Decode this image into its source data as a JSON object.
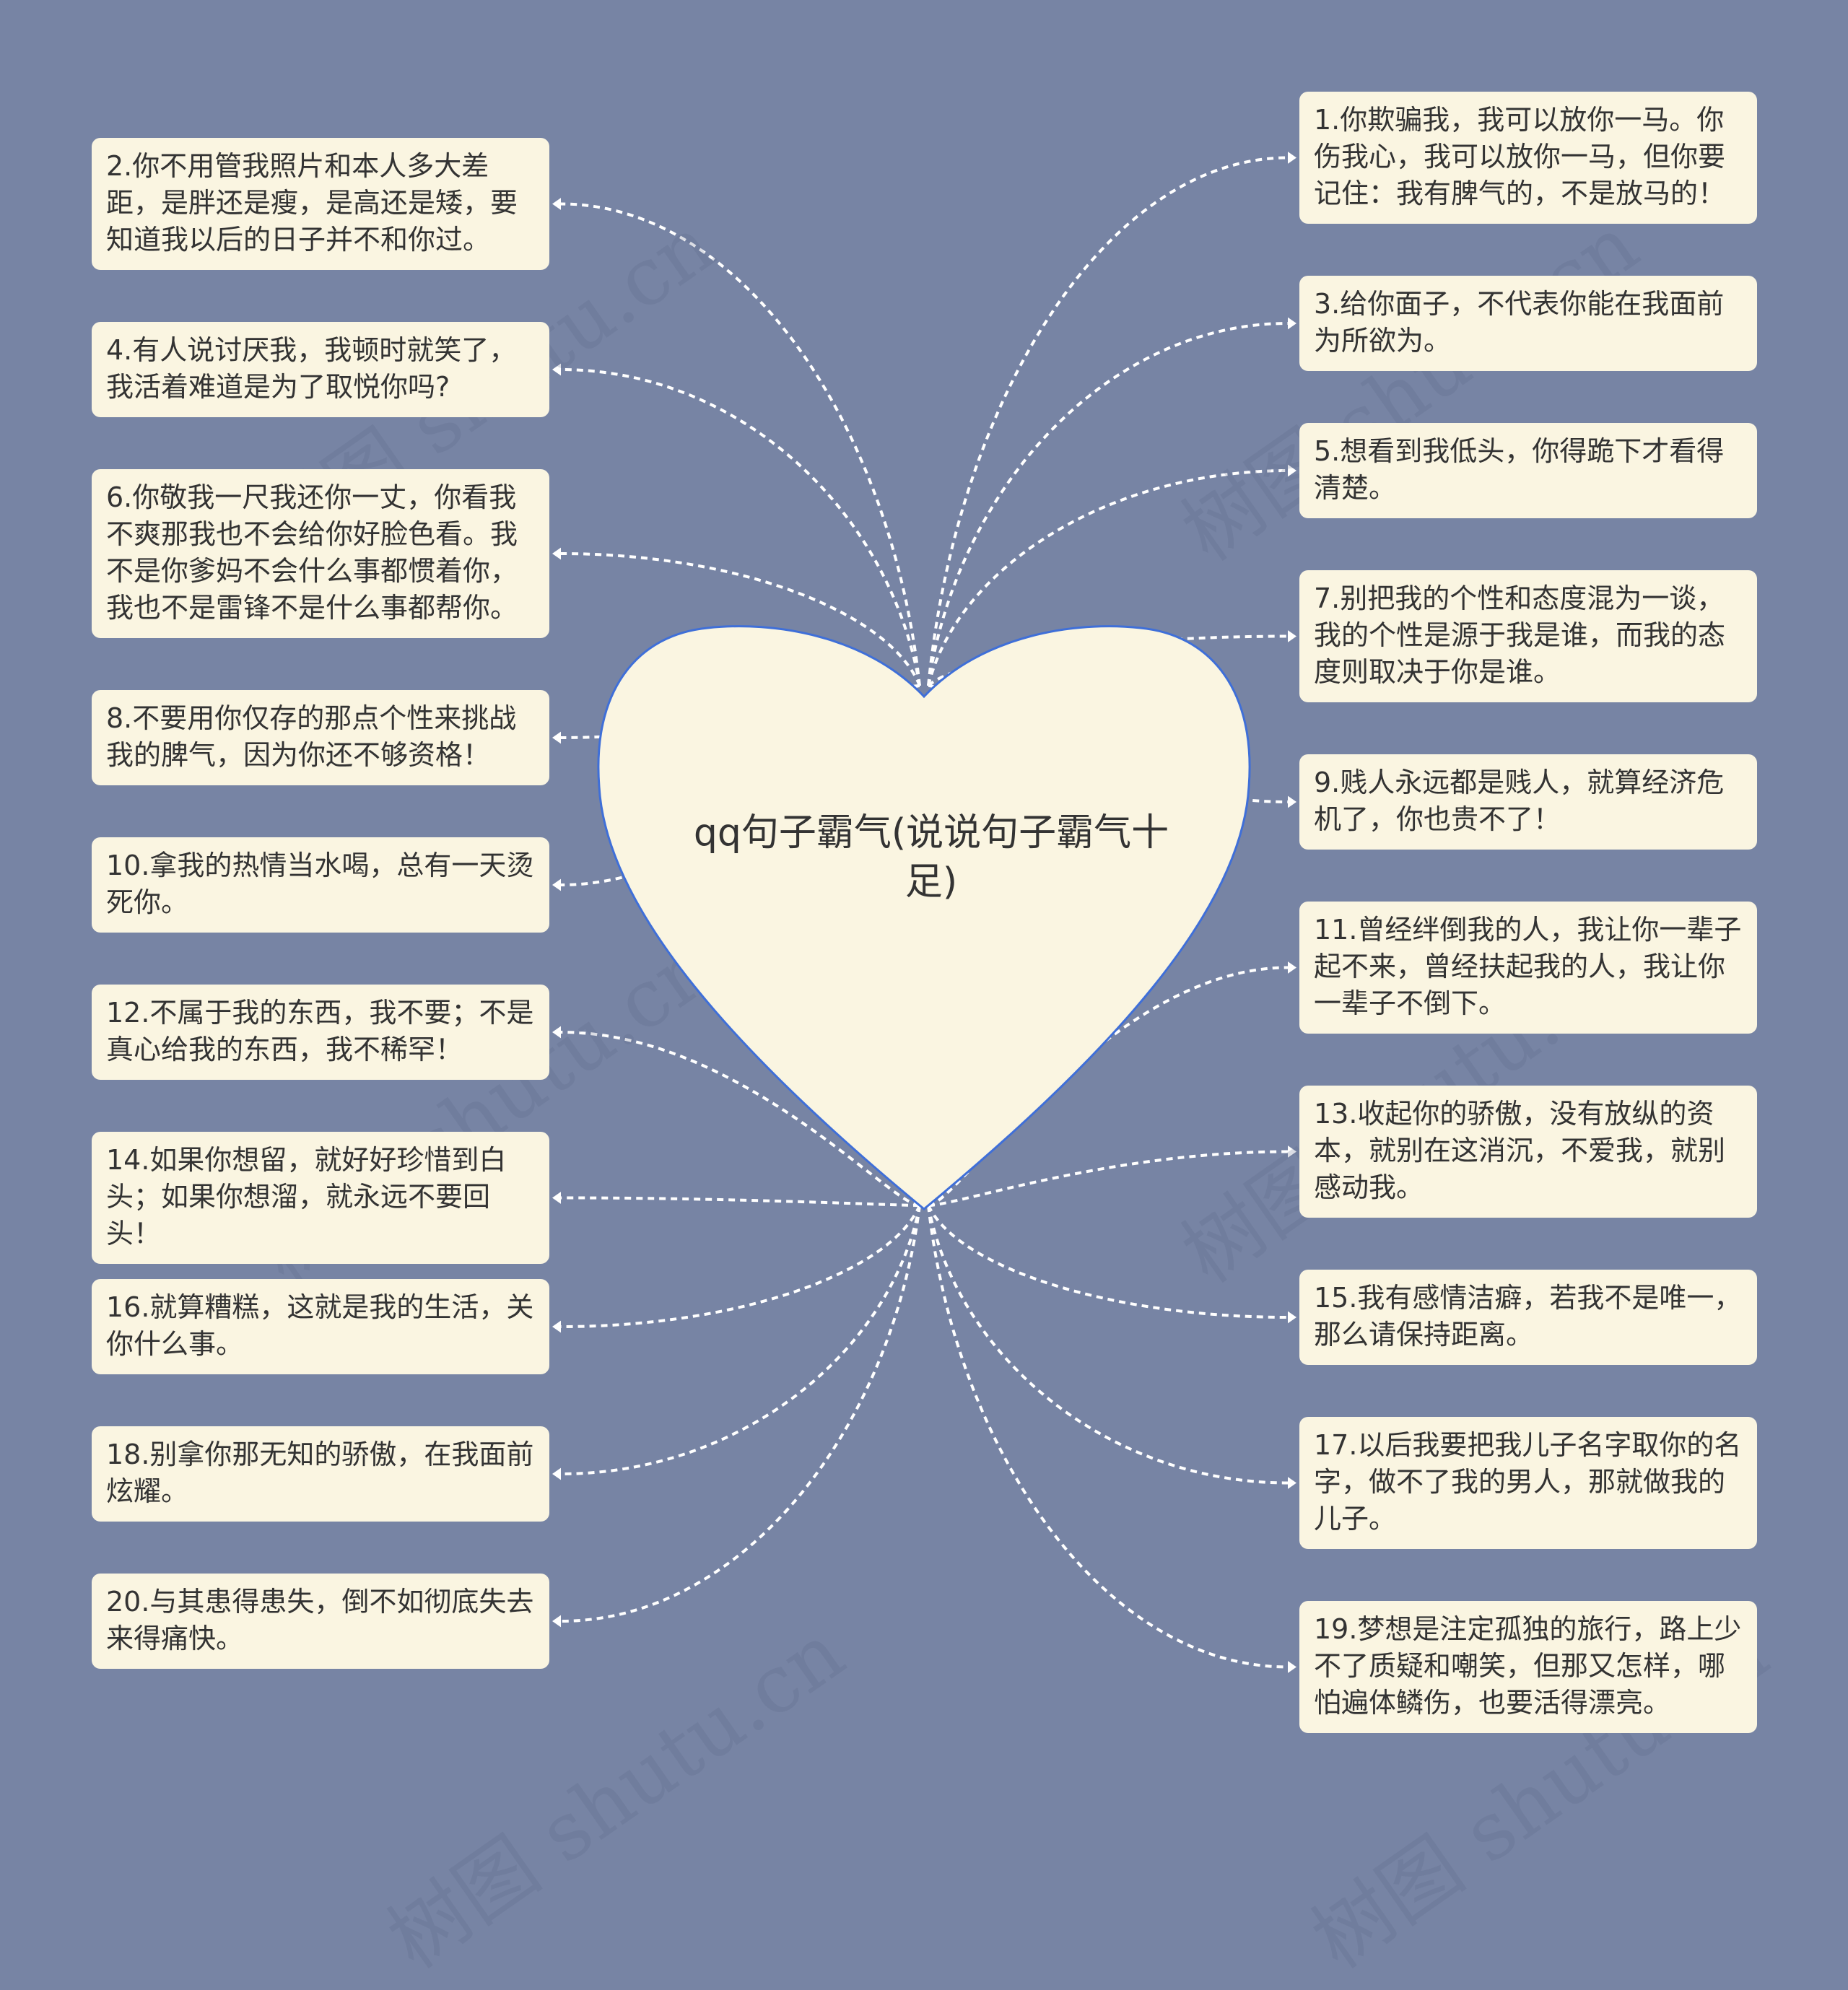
{
  "center": {
    "title": "qq句子霸气(说说句子霸气十足)"
  },
  "branches": [
    {
      "id": 1,
      "text": "1.你欺骗我，我可以放你一马。你伤我心，我可以放你一马，但你要记住：我有脾气的，不是放马的！"
    },
    {
      "id": 2,
      "text": "2.你不用管我照片和本人多大差距，是胖还是瘦，是高还是矮，要知道我以后的日子并不和你过。"
    },
    {
      "id": 3,
      "text": "3.给你面子，不代表你能在我面前为所欲为。"
    },
    {
      "id": 4,
      "text": "4.有人说讨厌我，我顿时就笑了，我活着难道是为了取悦你吗?"
    },
    {
      "id": 5,
      "text": "5.想看到我低头，你得跪下才看得清楚。"
    },
    {
      "id": 6,
      "text": "6.你敬我一尺我还你一丈，你看我不爽那我也不会给你好脸色看。我不是你爹妈不会什么事都惯着你，我也不是雷锋不是什么事都帮你。"
    },
    {
      "id": 7,
      "text": "7.别把我的个性和态度混为一谈，我的个性是源于我是谁，而我的态度则取决于你是谁。"
    },
    {
      "id": 8,
      "text": "8.不要用你仅存的那点个性来挑战我的脾气，因为你还不够资格！"
    },
    {
      "id": 9,
      "text": "9.贱人永远都是贱人，就算经济危机了，你也贵不了！"
    },
    {
      "id": 10,
      "text": "10.拿我的热情当水喝，总有一天烫死你。"
    },
    {
      "id": 11,
      "text": "11.曾经绊倒我的人，我让你一辈子起不来，曾经扶起我的人，我让你一辈子不倒下。"
    },
    {
      "id": 12,
      "text": "12.不属于我的东西，我不要；不是真心给我的东西，我不稀罕！"
    },
    {
      "id": 13,
      "text": "13.收起你的骄傲，没有放纵的资本，就别在这消沉，不爱我，就别感动我。"
    },
    {
      "id": 14,
      "text": "14.如果你想留，就好好珍惜到白头；如果你想溜，就永远不要回头！"
    },
    {
      "id": 15,
      "text": "15.我有感情洁癖，若我不是唯一，那么请保持距离。"
    },
    {
      "id": 16,
      "text": "16.就算糟糕，这就是我的生活，关你什么事。"
    },
    {
      "id": 17,
      "text": "17.以后我要把我儿子名字取你的名字，做不了我的男人，那就做我的儿子。"
    },
    {
      "id": 18,
      "text": "18.别拿你那无知的骄傲，在我面前炫耀。"
    },
    {
      "id": 19,
      "text": "19.梦想是注定孤独的旅行，路上少不了质疑和嘲笑，但那又怎样，哪怕遍体鳞伤，也要活得漂亮。"
    },
    {
      "id": 20,
      "text": "20.与其患得患失，倒不如彻底失去来得痛快。"
    }
  ],
  "watermark": "树图 shutu.cn",
  "colors": {
    "background": "#7784a4",
    "node_fill": "#faf5e1",
    "heart_fill": "#faf5e1",
    "heart_stroke": "#3f6fd8",
    "connector": "#ffffff",
    "text": "#333333"
  }
}
